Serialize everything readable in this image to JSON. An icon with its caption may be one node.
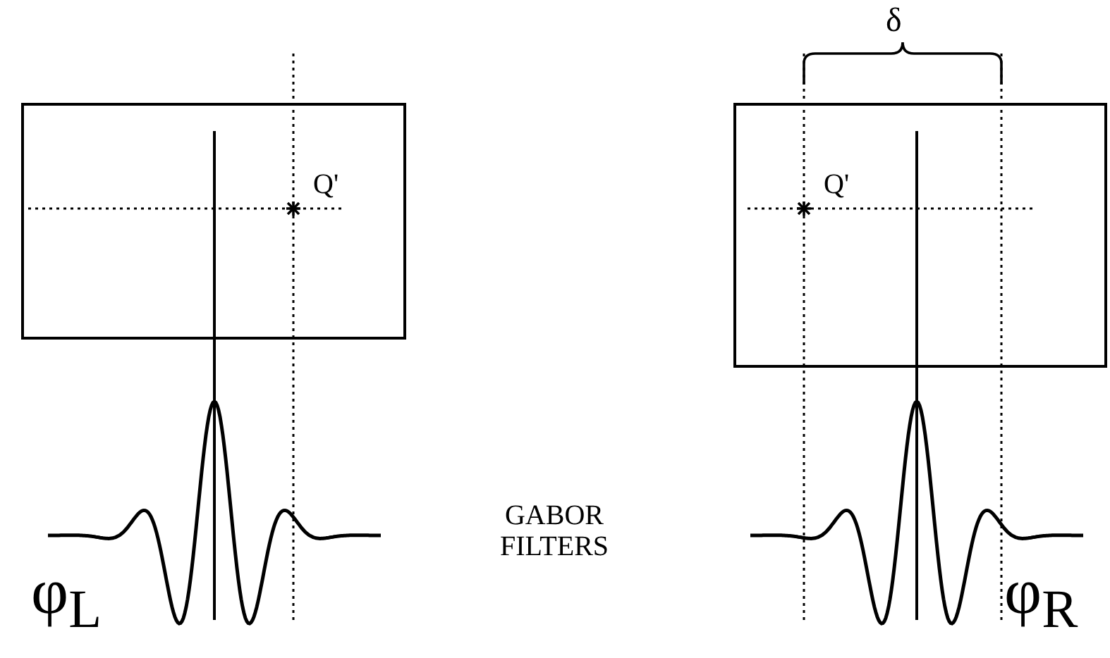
{
  "diagram": {
    "nodes": [
      {
        "text": [
          "Q'"
        ]
      },
      {
        "text": [
          "Q'"
        ]
      }
    ],
    "labels": [
      "δ",
      "GABOR FILTERS",
      "φ$_{L}$",
      "φ$_{R}$"
    ]
  }
}
